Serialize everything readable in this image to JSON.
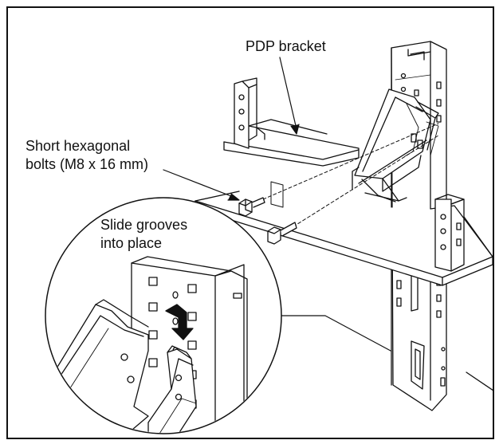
{
  "labels": {
    "pdp_bracket": "PDP bracket",
    "bolts": [
      "Short hexagonal",
      "bolts (M8 x 16 mm)"
    ],
    "slide": [
      "Slide grooves",
      "into place"
    ]
  },
  "colors": {
    "line": "#111111",
    "background": "#ffffff"
  },
  "icons": [
    "arrow-down-icon",
    "hex-bolt-icon"
  ]
}
